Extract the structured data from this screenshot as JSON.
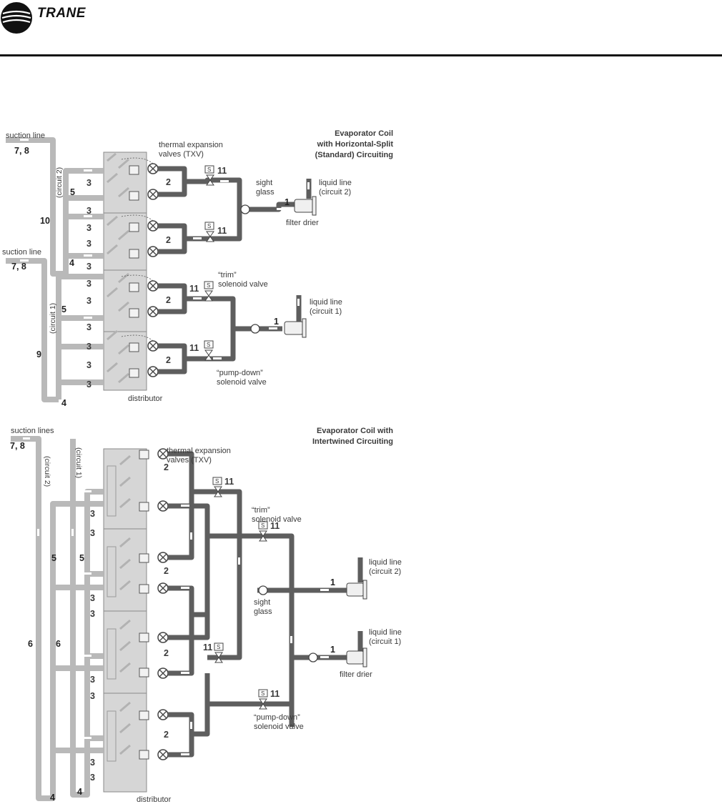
{
  "header": {
    "brand": "TRANE"
  },
  "colors": {
    "suction": "#b9b9b9",
    "liquid": "#5e5e5e",
    "coil": "#d3d3d3",
    "rule": "#111111"
  },
  "diagram1": {
    "title": [
      "Evaporator Coil",
      "with Horizontal-Split",
      "(Standard) Circuiting"
    ],
    "suction_line_top": "suction line",
    "suction_line_mid": "suction line",
    "n78_top": "7, 8",
    "n78_mid": "7, 8",
    "circuit2": "(circuit 2)",
    "circuit1": "(circuit 1)",
    "txv": [
      "thermal expansion",
      "valves (TXV)"
    ],
    "sight_glass": [
      "sight",
      "glass"
    ],
    "liquid_c2": [
      "liquid line",
      "(circuit 2)"
    ],
    "liquid_c1": [
      "liquid line",
      "(circuit 1)"
    ],
    "filter_drier": "filter drier",
    "trim": [
      "“trim”",
      "solenoid valve"
    ],
    "pumpdown": [
      "“pump-down”",
      "solenoid valve"
    ],
    "distributor": "distributor",
    "n1": "1",
    "n2": "2",
    "n3": "3",
    "n4": "4",
    "n5": "5",
    "n9": "9",
    "n10": "10",
    "n11": "11",
    "s": "S"
  },
  "diagram2": {
    "title": [
      "Evaporator Coil with",
      "Intertwined Circuiting"
    ],
    "suction_lines": "suction lines",
    "n78": "7, 8",
    "circuit2": "(circuit 2)",
    "circuit1": "(circuit 1)",
    "txv": [
      "thermal expansion",
      "valves (TXV)"
    ],
    "trim": [
      "“trim”",
      "solenoid valve"
    ],
    "liquid_c2": [
      "liquid line",
      "(circuit 2)"
    ],
    "liquid_c1": [
      "liquid line",
      "(circuit 1)"
    ],
    "sight_glass": [
      "sight",
      "glass"
    ],
    "filter_drier": "filter drier",
    "pumpdown": [
      "“pump-down”",
      "solenoid valve"
    ],
    "distributor": "distributor",
    "n1": "1",
    "n2": "2",
    "n3": "3",
    "n4": "4",
    "n5": "5",
    "n6": "6",
    "n11": "11",
    "s": "S"
  }
}
